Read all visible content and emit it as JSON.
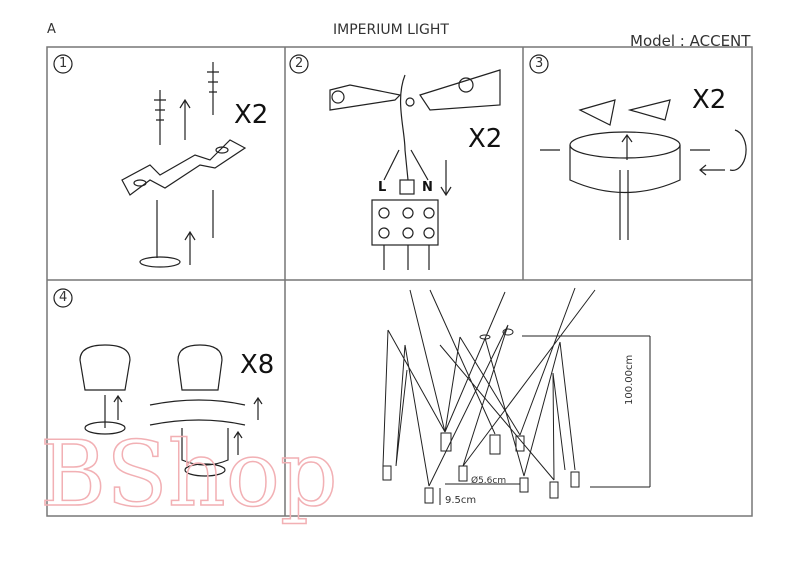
{
  "header": {
    "sheet": "A",
    "title": "IMPERIUM LIGHT",
    "model": "Model : ACCENT"
  },
  "steps": [
    {
      "number": "1",
      "multiplier": "X2"
    },
    {
      "number": "2",
      "multiplier": "X2",
      "terminal_left": "L",
      "terminal_right": "N"
    },
    {
      "number": "3",
      "multiplier": "X2"
    },
    {
      "number": "4",
      "multiplier": "X8"
    }
  ],
  "dimensions": {
    "height": "100.00cm",
    "diameter": "Ø5.6cm",
    "length": "9.5cm"
  },
  "watermark": "BShop"
}
